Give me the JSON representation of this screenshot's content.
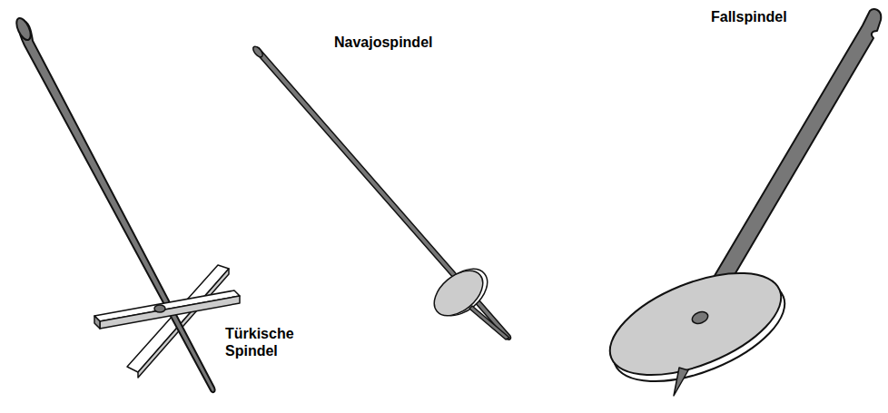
{
  "diagram": {
    "labels": [
      "Türkische Spindel",
      "Navajospindel",
      "Fallspindel"
    ]
  }
}
